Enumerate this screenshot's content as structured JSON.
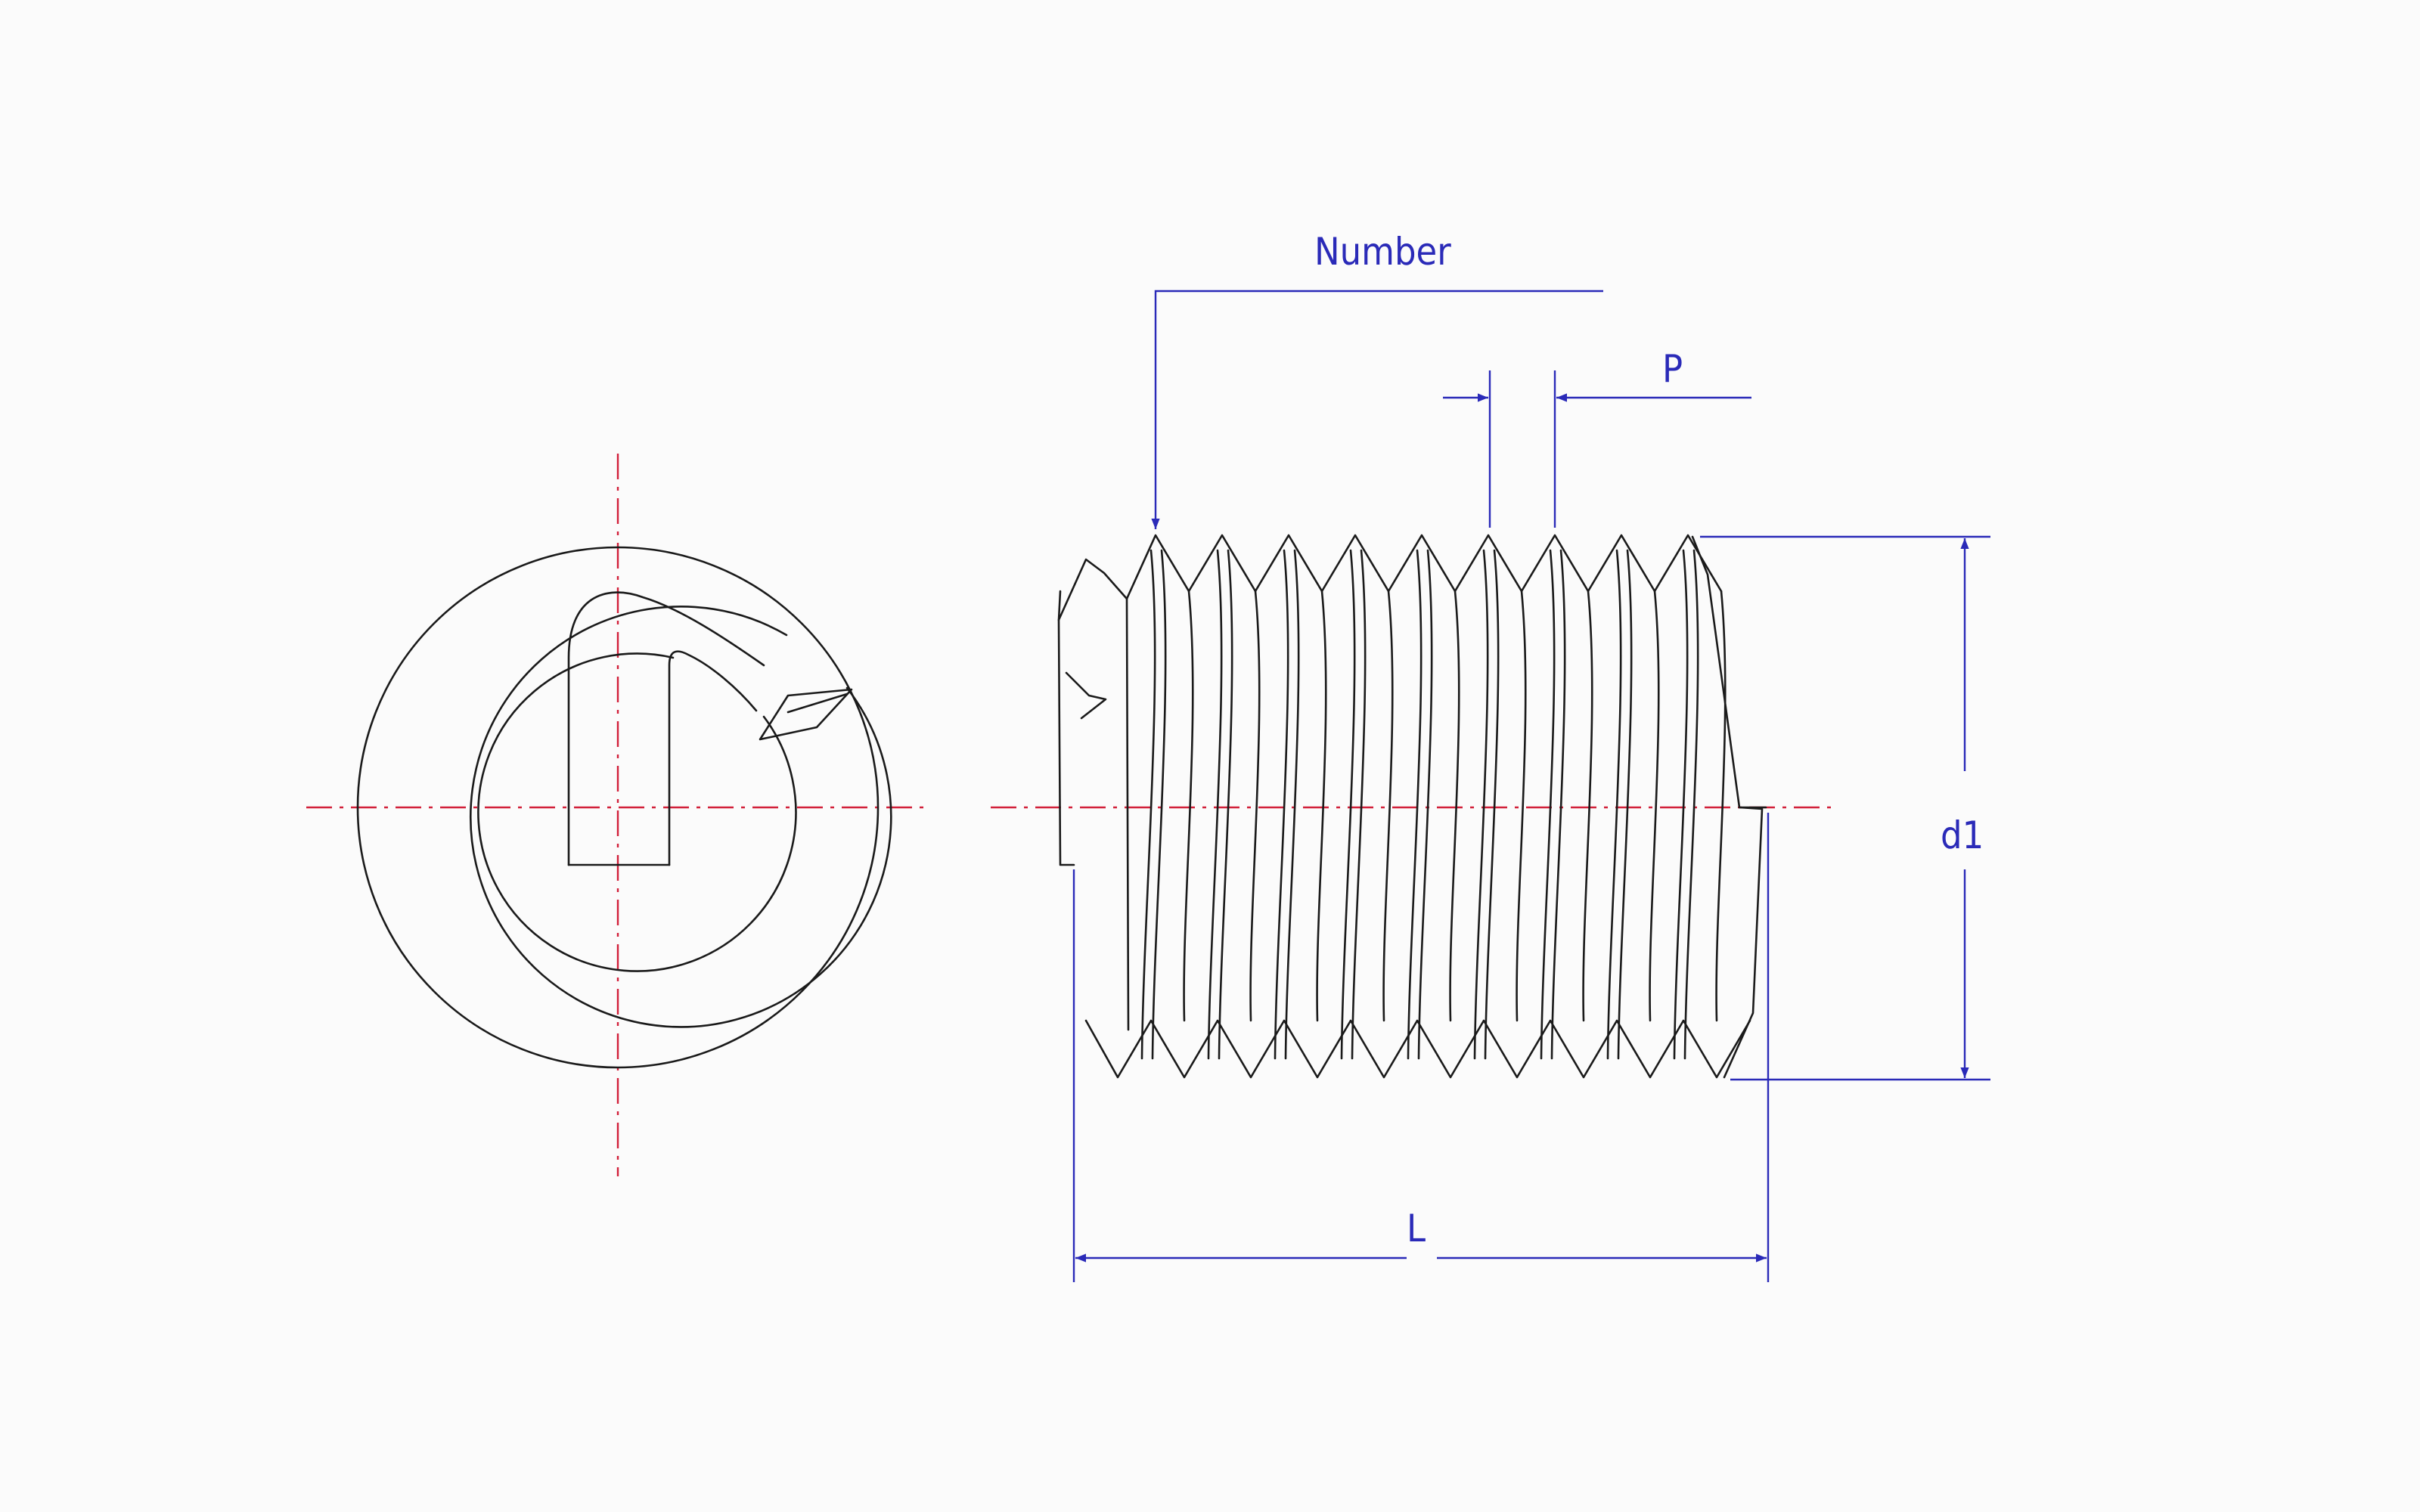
{
  "labels": {
    "number": "Number",
    "pitch": "P",
    "diameter": "d1",
    "length": "L"
  },
  "colors": {
    "outline": "#1a1a1a",
    "centerline": "#d2203a",
    "dimension": "#2a2ab8",
    "background": "#fbfbfb"
  },
  "icons": {
    "dimension_arrow": "arrow-icon"
  }
}
